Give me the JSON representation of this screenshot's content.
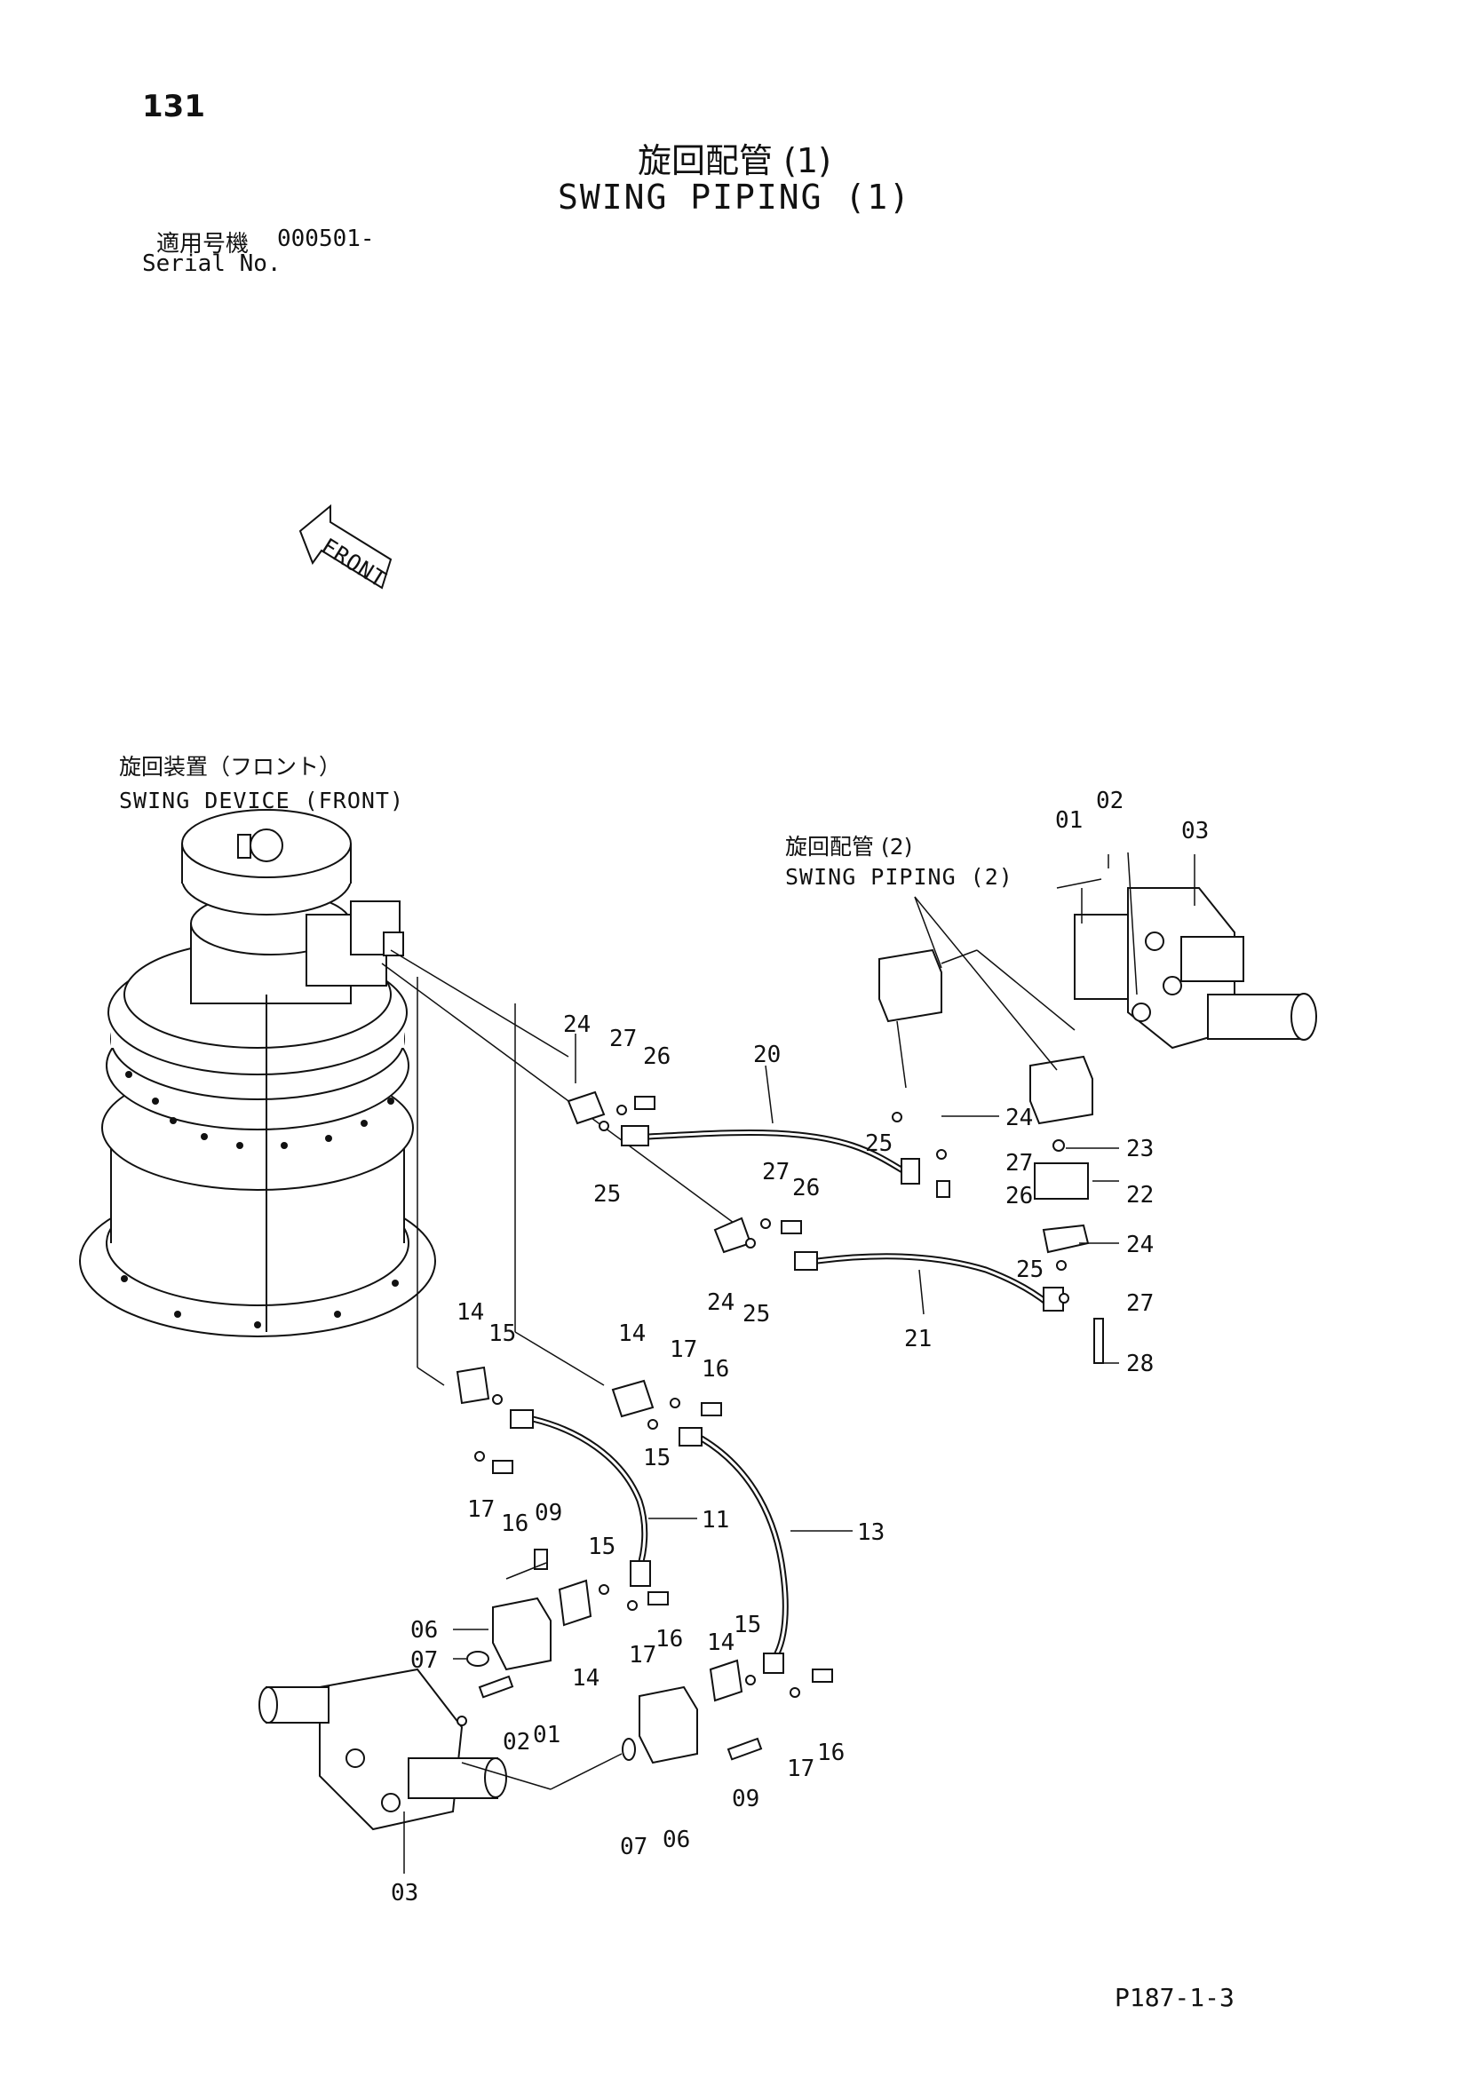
{
  "page": {
    "number": "131",
    "title_jp": "旋回配管 (1)",
    "title_en": "SWING PIPING (1)",
    "serial_label_jp": "適用号機",
    "serial_number": "000501-",
    "serial_label_en": "Serial No.",
    "footer_code": "P187-1-3"
  },
  "front_arrow": {
    "label": "FRONT"
  },
  "callouts": {
    "swing_device_jp": "旋回装置（フロント）",
    "swing_device_en": "SWING DEVICE (FRONT)",
    "swing_piping2_jp": "旋回配管 (2)",
    "swing_piping2_en": "SWING PIPING (2)"
  },
  "part_refs": [
    "01",
    "02",
    "03",
    "24",
    "27",
    "26",
    "20",
    "24",
    "25",
    "27",
    "23",
    "26",
    "22",
    "25",
    "27",
    "26",
    "24",
    "24",
    "25",
    "25",
    "27",
    "21",
    "28",
    "14",
    "15",
    "14",
    "17",
    "16",
    "15",
    "17",
    "16",
    "09",
    "11",
    "13",
    "15",
    "06",
    "16",
    "07",
    "17",
    "14",
    "15",
    "14",
    "02",
    "01",
    "17",
    "16",
    "09",
    "07",
    "06",
    "03"
  ]
}
